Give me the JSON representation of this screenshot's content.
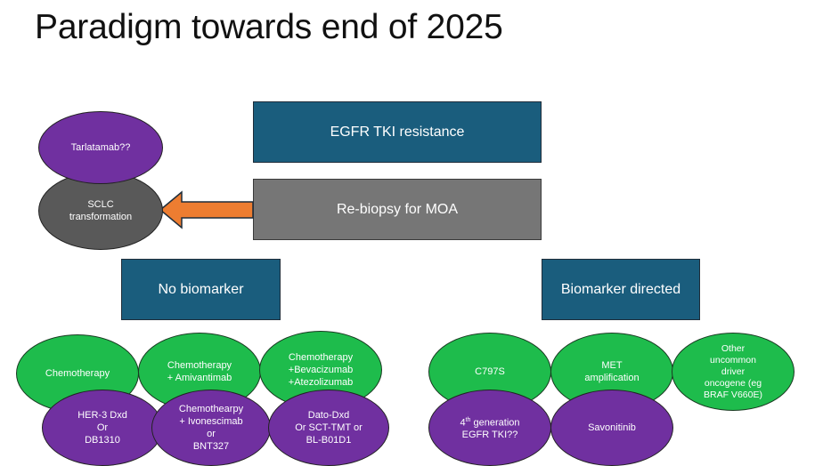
{
  "title": "Paradigm towards end of 2025",
  "boxes": {
    "resistance": "EGFR TKI resistance",
    "rebiopsy": "Re-biopsy for MOA",
    "no_biomarker": "No biomarker",
    "biomarker_directed": "Biomarker directed"
  },
  "sclc": {
    "tarlatamab": "Tarlatamab??",
    "transformation": "SCLC\ntransformation"
  },
  "no_biomarker_options": {
    "chemo": "Chemotherapy",
    "chemo_ami": "Chemotherapy\n+ Amivantimab",
    "chemo_bev": "Chemotherapy\n+Bevacizumab\n+Atezolizumab",
    "her3": "HER-3 Dxd\nOr\nDB1310",
    "chemo_ivo": "Chemothearpy\n+ Ivonescimab\nor\nBNT327",
    "dato": "Dato-Dxd\nOr SCT-TMT or\nBL-B01D1"
  },
  "biomarker_options": {
    "c797s": "C797S",
    "met": "MET\namplification",
    "other": "Other\nuncommon\ndriver\noncogene (eg\nBRAF V660E)",
    "fourth_gen_sup": "th",
    "fourth_gen_pre": "4",
    "fourth_gen_post": " generation\nEGFR TKI??",
    "savolitinib": "Savonitinib"
  },
  "colors": {
    "blue_box": "#1a5d7d",
    "grey_box": "#767676",
    "green": "#1ebc4c",
    "purple": "#7030a0",
    "dark_grey": "#595959",
    "arrow": "#ed7d31"
  }
}
